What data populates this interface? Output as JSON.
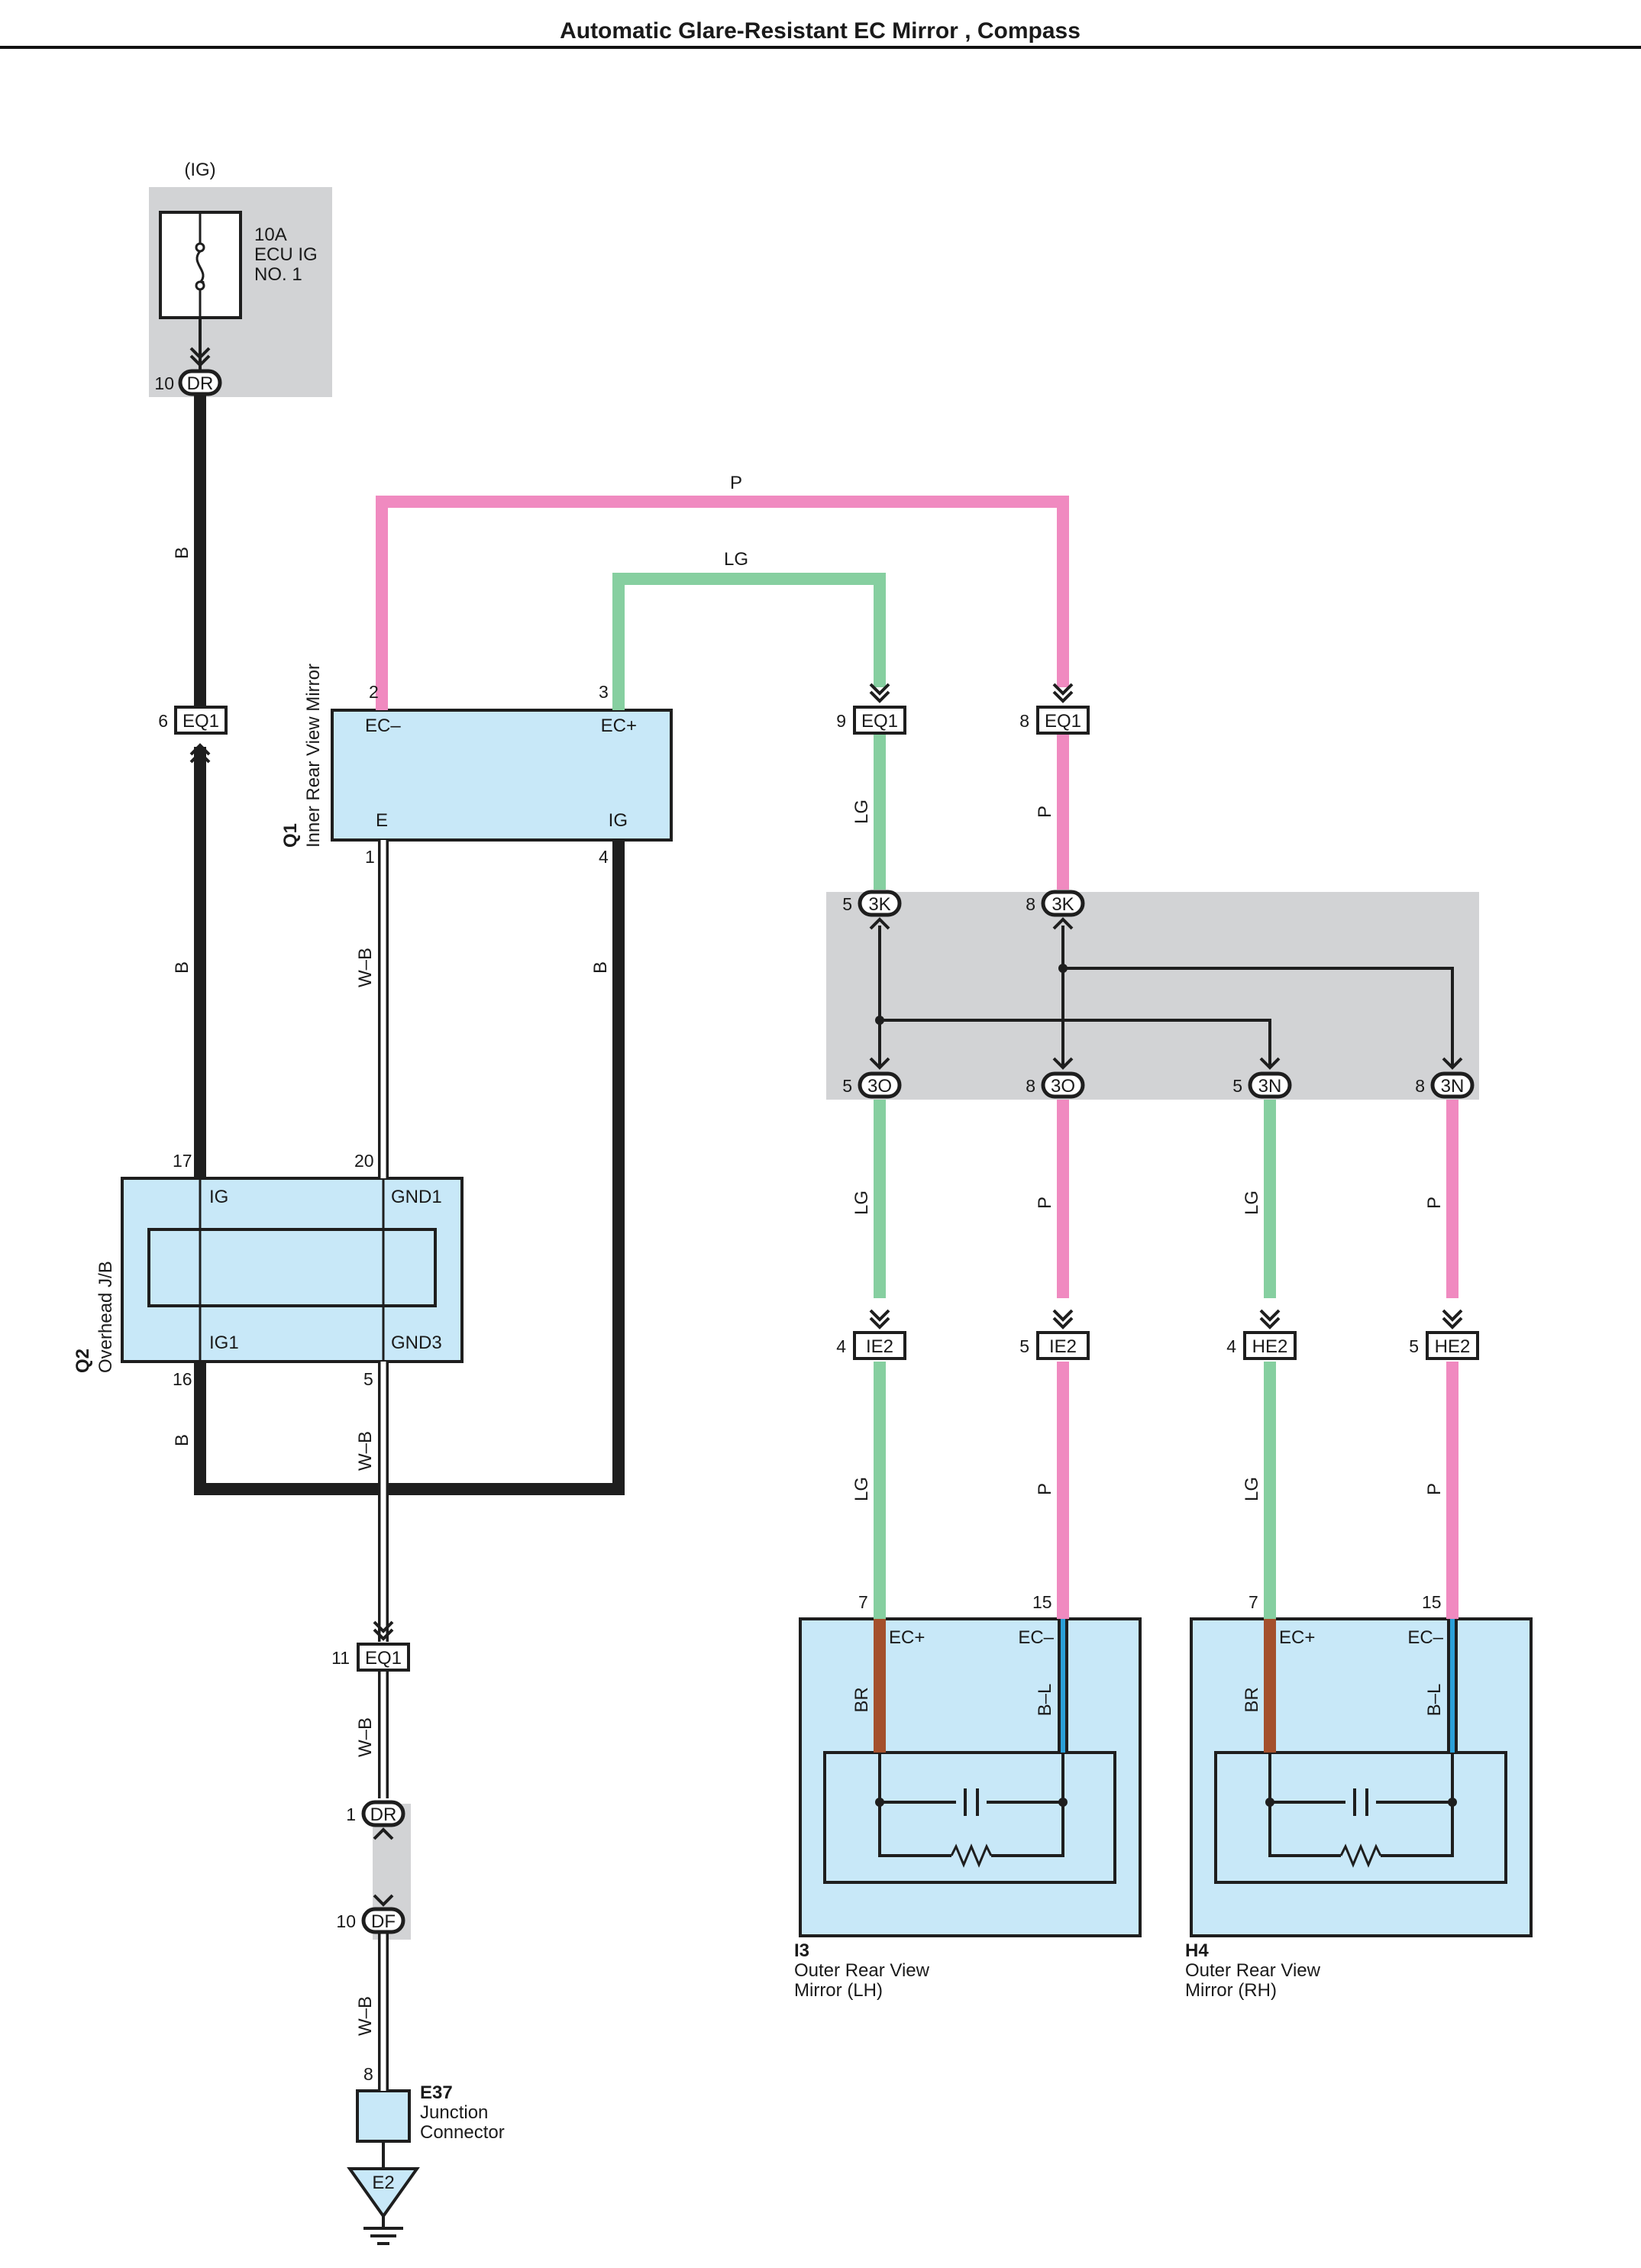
{
  "page": {
    "title": "Automatic Glare-Resistant EC Mirror , Compass"
  },
  "colors": {
    "black_wire": "#1e1e1e",
    "pink_wire": "#f08ac0",
    "green_wire": "#86cfa0",
    "brown_wire": "#a4502c",
    "blue_wire": "#2aa0d8",
    "component_fill": "#c8e8f8",
    "junction_block": "#d2d3d5"
  },
  "fuse": {
    "supply": "(IG)",
    "line1": "10A",
    "line2": "ECU IG",
    "line3": "NO. 1",
    "connector": {
      "pin": "10",
      "name": "DR"
    }
  },
  "wire_colors": {
    "b": "B",
    "p": "P",
    "lg": "LG",
    "wb": "W–B",
    "br": "BR",
    "bl": "B–L"
  },
  "inner_mirror": {
    "code": "Q1",
    "name": "Inner Rear View Mirror",
    "pins": {
      "ecm": {
        "num": "2",
        "name": "EC–"
      },
      "ecp": {
        "num": "3",
        "name": "EC+"
      },
      "e": {
        "num": "1",
        "name": "E"
      },
      "ig": {
        "num": "4",
        "name": "IG"
      }
    }
  },
  "overhead_jb": {
    "code": "Q2",
    "name": "Overhead J/B",
    "pins": {
      "ig": {
        "num": "17",
        "name": "IG"
      },
      "gnd1": {
        "num": "20",
        "name": "GND1"
      },
      "ig1": {
        "num": "16",
        "name": "IG1"
      },
      "gnd3": {
        "num": "5",
        "name": "GND3"
      }
    }
  },
  "connectors": {
    "eq1_b": {
      "pin": "6",
      "name": "EQ1"
    },
    "eq1_lg": {
      "pin": "9",
      "name": "EQ1"
    },
    "eq1_p": {
      "pin": "8",
      "name": "EQ1"
    },
    "eq1_g": {
      "pin": "11",
      "name": "EQ1"
    },
    "k3_lg": {
      "pin": "5",
      "name": "3K"
    },
    "k3_p": {
      "pin": "8",
      "name": "3K"
    },
    "o3_lg": {
      "pin": "5",
      "name": "3O"
    },
    "o3_p": {
      "pin": "8",
      "name": "3O"
    },
    "n3_lg": {
      "pin": "5",
      "name": "3N"
    },
    "n3_p": {
      "pin": "8",
      "name": "3N"
    },
    "ie2_lg": {
      "pin": "4",
      "name": "IE2"
    },
    "ie2_p": {
      "pin": "5",
      "name": "IE2"
    },
    "he2_lg": {
      "pin": "4",
      "name": "HE2"
    },
    "he2_p": {
      "pin": "5",
      "name": "HE2"
    },
    "dr_g": {
      "pin": "1",
      "name": "DR"
    },
    "df_g": {
      "pin": "10",
      "name": "DF"
    }
  },
  "outer_lh": {
    "code": "I3",
    "name1": "Outer Rear View",
    "name2": "Mirror (LH)",
    "pins": {
      "ecp": {
        "num": "7",
        "name": "EC+"
      },
      "ecm": {
        "num": "15",
        "name": "EC–"
      }
    }
  },
  "outer_rh": {
    "code": "H4",
    "name1": "Outer Rear View",
    "name2": "Mirror (RH)",
    "pins": {
      "ecp": {
        "num": "7",
        "name": "EC+"
      },
      "ecm": {
        "num": "15",
        "name": "EC–"
      }
    }
  },
  "junction": {
    "code": "E37",
    "name1": "Junction",
    "name2": "Connector",
    "pin": "8"
  },
  "ground": {
    "name": "E2"
  }
}
